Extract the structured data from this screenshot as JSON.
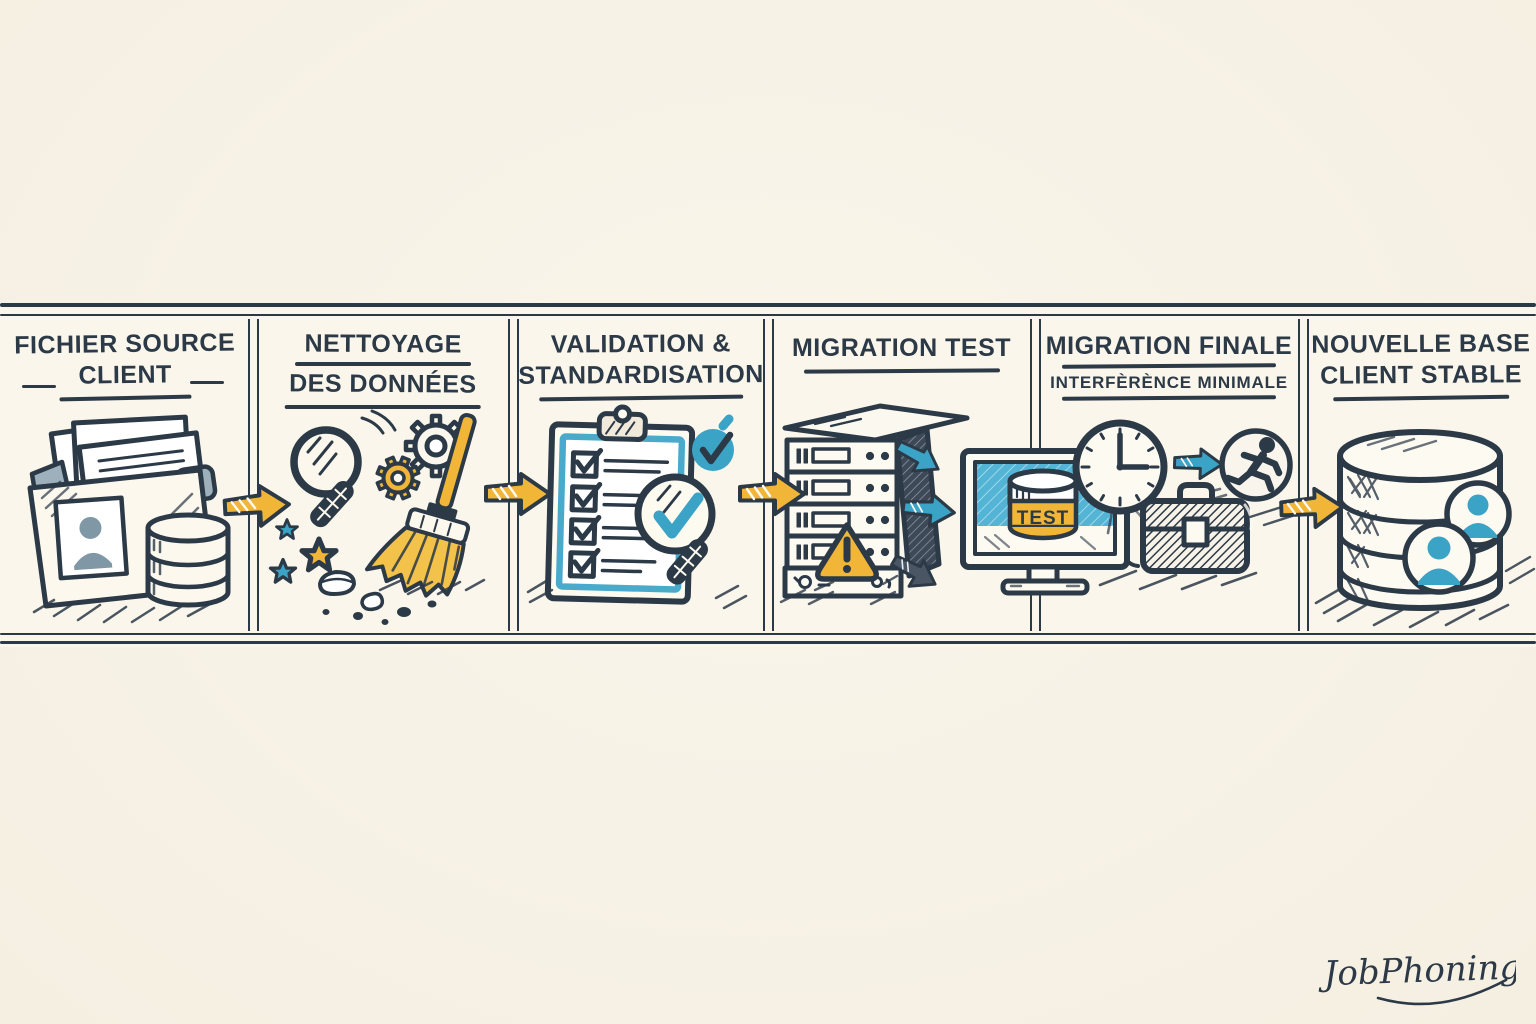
{
  "colors": {
    "ink": "#2c3947",
    "yellow": "#f1b637",
    "teal": "#3ba3c5",
    "screen_blue": "#54b4d6",
    "dark_gray": "#4a5663",
    "cream": "#f6f1e4",
    "band": "#faf6eb"
  },
  "panels": [
    {
      "line1": "FICHIER SOURCE",
      "line2": "CLIENT"
    },
    {
      "line1": "NETTOYAGE",
      "line2": "DES DONNÉES"
    },
    {
      "line1": "VALIDATION &",
      "line2": "STANDARDISATION"
    },
    {
      "line1": "MIGRATION TEST"
    },
    {
      "line1": "MIGRATION FINALE",
      "subtitle": "INTERFÈRÈNCE MINIMALE"
    },
    {
      "line1": "NOUVELLE BASE",
      "line2": "CLIENT STABLE"
    }
  ],
  "monitor": {
    "label": "TEST"
  },
  "logo": {
    "text": "JobPhoning"
  }
}
